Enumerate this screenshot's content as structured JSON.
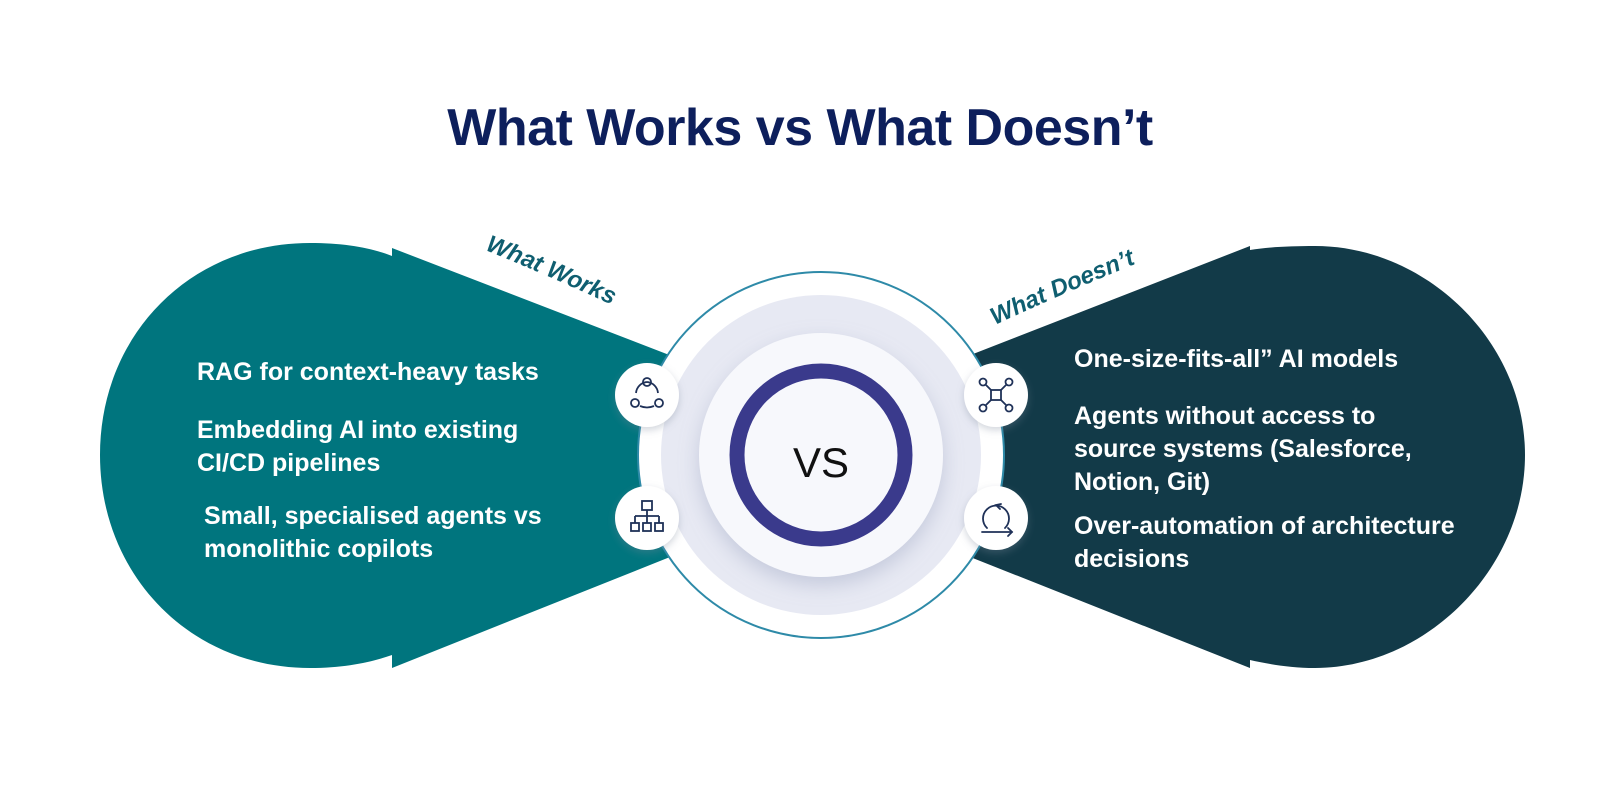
{
  "title": "What Works vs What Doesn’t",
  "center_label": "VS",
  "works": {
    "label": "What Works",
    "color": "#00757e",
    "items": [
      "RAG for context-heavy tasks",
      "Embedding AI into existing\nCI/CD pipelines",
      "Small, specialised agents vs\nmonolithic copilots"
    ],
    "icons": [
      "cycle-nodes-icon",
      "hierarchy-icon"
    ]
  },
  "doesnt": {
    "label": "What Doesn’t",
    "color": "#123a48",
    "items": [
      "One-size-fits-all” AI models",
      "Agents without access to\nsource systems (Salesforce,\nNotion, Git)",
      "Over-automation of architecture\ndecisions"
    ],
    "icons": [
      "network-hub-icon",
      "loop-arrow-icon"
    ]
  },
  "colors": {
    "title": "#0d1f5c",
    "ring": "#3a3a8c",
    "outer_ring": "#2e8aa8",
    "label_text": "#0f5e70"
  }
}
